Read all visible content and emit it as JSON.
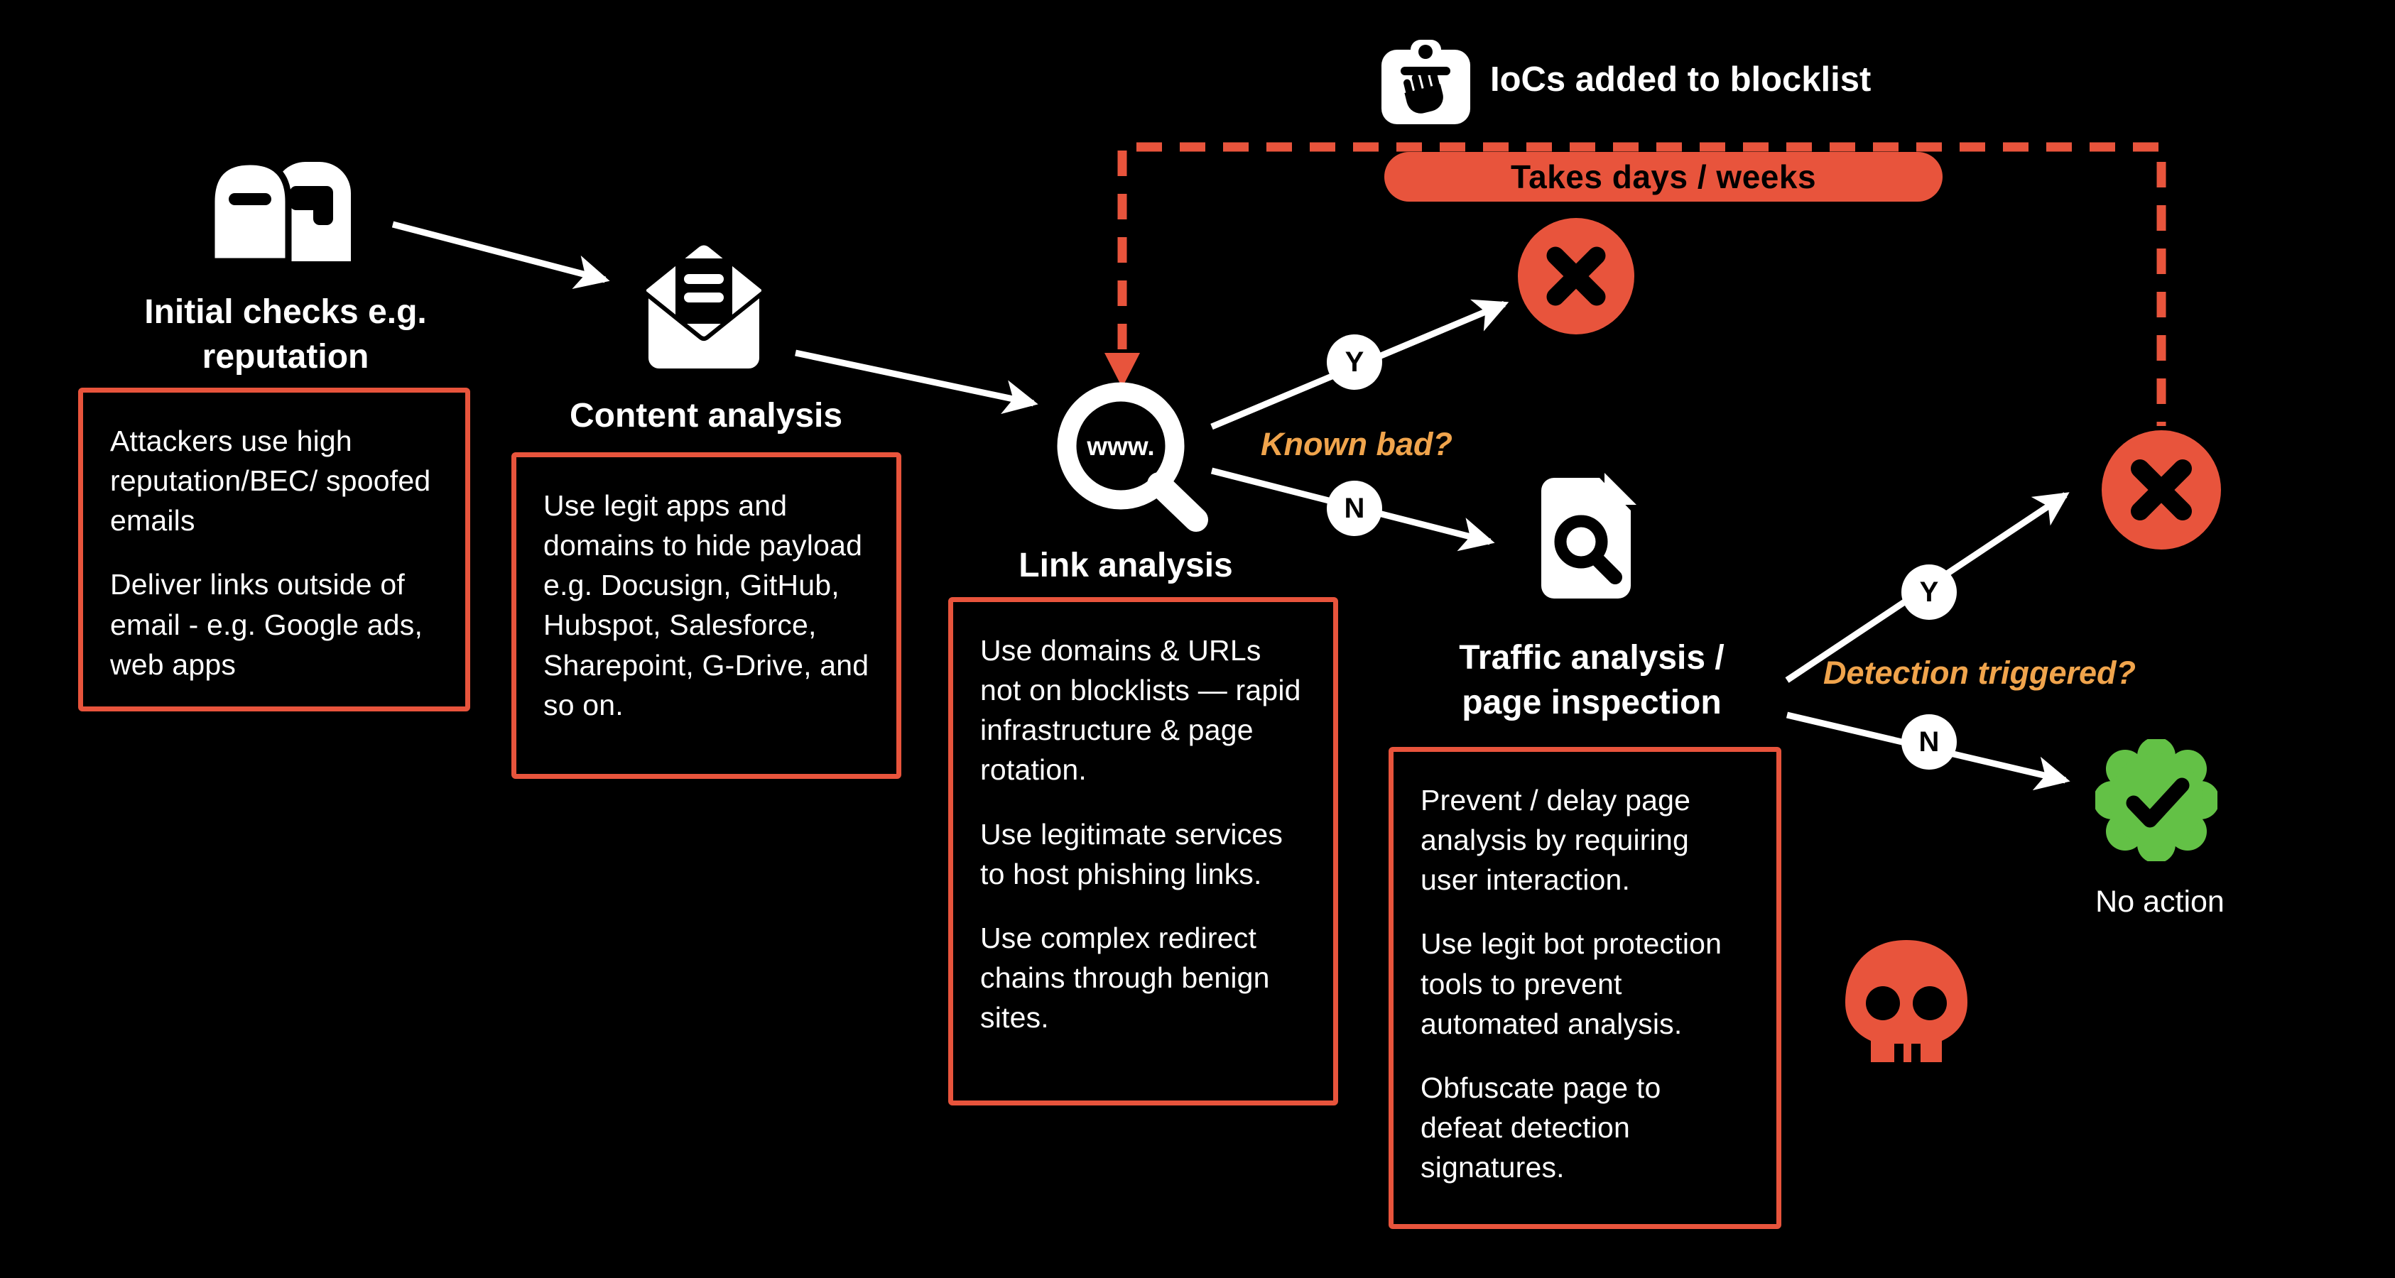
{
  "colors": {
    "background": "#000000",
    "accent_red": "#E8543C",
    "question_orange": "#F0A44C",
    "success_green": "#63C146",
    "text_white": "#FFFFFF"
  },
  "nodes": {
    "initial_checks": {
      "title_line1": "Initial checks e.g.",
      "title_line2": "reputation"
    },
    "content_analysis": {
      "title": "Content analysis"
    },
    "link_analysis": {
      "title": "Link analysis",
      "glass_text": "www."
    },
    "traffic_analysis": {
      "title_line1": "Traffic analysis /",
      "title_line2": "page inspection"
    },
    "no_action": {
      "label": "No action"
    }
  },
  "callouts": {
    "initial_checks": {
      "paragraphs": [
        "Attackers use high reputation/BEC/ spoofed emails",
        "Deliver links outside of email - e.g. Google ads, web apps"
      ]
    },
    "content_analysis": {
      "paragraphs": [
        "Use legit apps and domains to hide payload e.g. Docusign, GitHub, Hubspot, Salesforce, Sharepoint, G-Drive, and so on."
      ]
    },
    "link_analysis": {
      "paragraphs": [
        "Use domains & URLs not on blocklists — rapid infrastructure & page rotation.",
        "Use legitimate services to host phishing links.",
        "Use complex redirect chains through benign sites."
      ]
    },
    "traffic_analysis": {
      "paragraphs": [
        "Prevent / delay page analysis by requiring user interaction.",
        "Use legit bot protection tools to prevent automated analysis.",
        "Obfuscate page to defeat detection signatures."
      ]
    }
  },
  "decisions": {
    "known_bad": {
      "question": "Known bad?",
      "yes": "Y",
      "no": "N"
    },
    "detection": {
      "question": "Detection triggered?",
      "yes": "Y",
      "no": "N"
    }
  },
  "feedback_loop": {
    "label": "IoCs added to blocklist",
    "duration": "Takes days / weeks"
  }
}
